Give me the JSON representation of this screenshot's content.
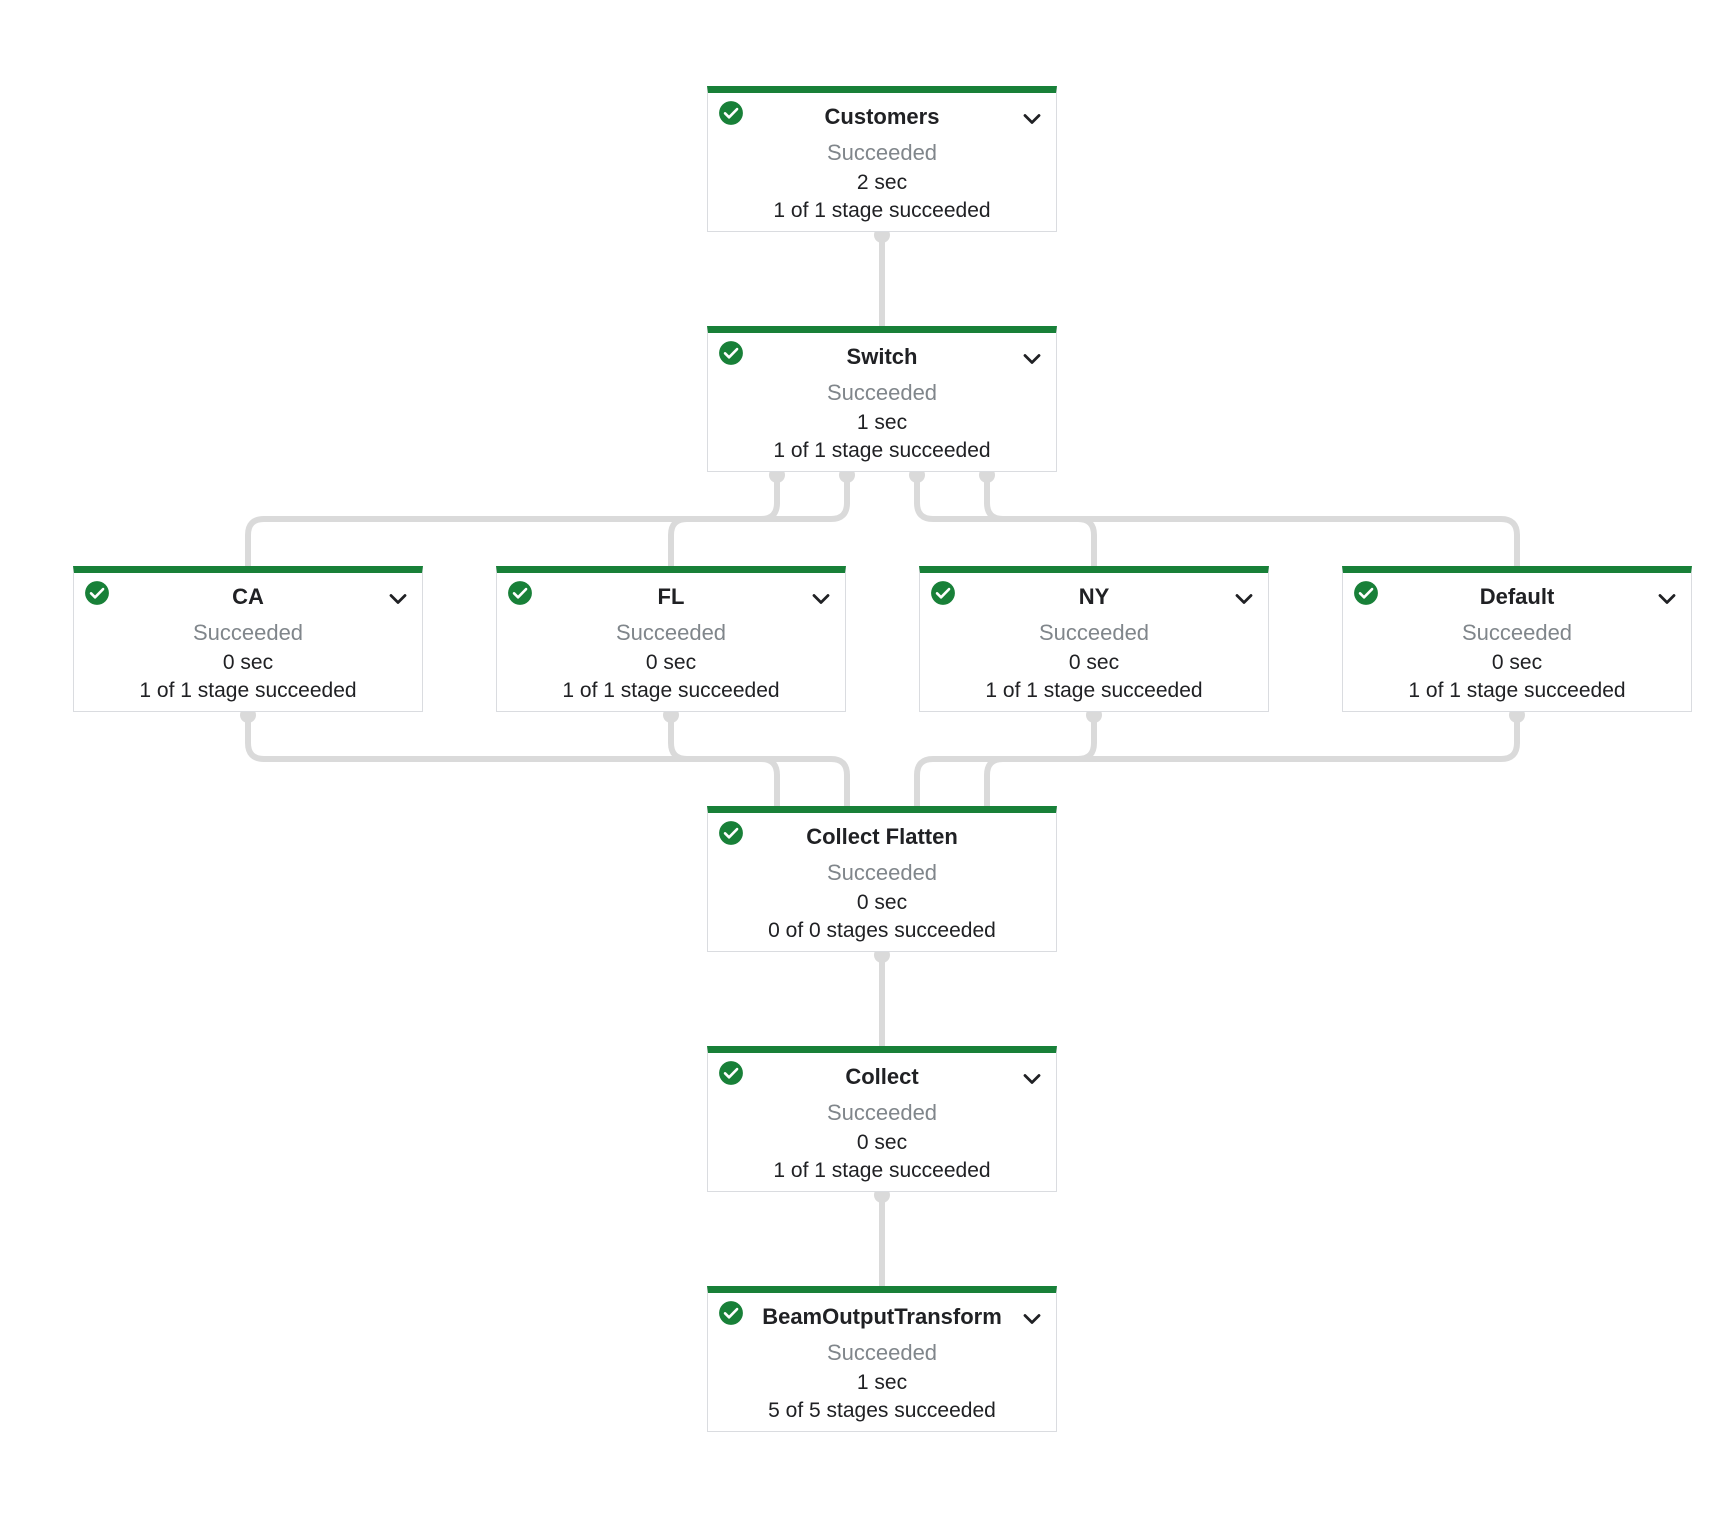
{
  "theme": {
    "accent": "#188038",
    "edge": "#dadada",
    "muted": "#80868b",
    "text": "#202124"
  },
  "icons": {
    "status": "check-circle-icon",
    "expand": "chevron-down-icon"
  },
  "nodes": [
    {
      "id": "customers",
      "title": "Customers",
      "state": "Succeeded",
      "duration": "2 sec",
      "stages": "1 of 1 stage succeeded",
      "expandable": true
    },
    {
      "id": "switch",
      "title": "Switch",
      "state": "Succeeded",
      "duration": "1 sec",
      "stages": "1 of 1 stage succeeded",
      "expandable": true
    },
    {
      "id": "ca",
      "title": "CA",
      "state": "Succeeded",
      "duration": "0 sec",
      "stages": "1 of 1 stage succeeded",
      "expandable": true
    },
    {
      "id": "fl",
      "title": "FL",
      "state": "Succeeded",
      "duration": "0 sec",
      "stages": "1 of 1 stage succeeded",
      "expandable": true
    },
    {
      "id": "ny",
      "title": "NY",
      "state": "Succeeded",
      "duration": "0 sec",
      "stages": "1 of 1 stage succeeded",
      "expandable": true
    },
    {
      "id": "default",
      "title": "Default",
      "state": "Succeeded",
      "duration": "0 sec",
      "stages": "1 of 1 stage succeeded",
      "expandable": true
    },
    {
      "id": "collect-flatten",
      "title": "Collect Flatten",
      "state": "Succeeded",
      "duration": "0 sec",
      "stages": "0 of 0 stages succeeded",
      "expandable": false
    },
    {
      "id": "collect",
      "title": "Collect",
      "state": "Succeeded",
      "duration": "0 sec",
      "stages": "1 of 1 stage succeeded",
      "expandable": true
    },
    {
      "id": "beam-output-transform",
      "title": "BeamOutputTransform",
      "state": "Succeeded",
      "duration": "1 sec",
      "stages": "5 of 5 stages succeeded",
      "expandable": true
    }
  ],
  "edges": [
    {
      "from": "customers",
      "to": "switch"
    },
    {
      "from": "switch",
      "to": "ca"
    },
    {
      "from": "switch",
      "to": "fl"
    },
    {
      "from": "switch",
      "to": "ny"
    },
    {
      "from": "switch",
      "to": "default"
    },
    {
      "from": "ca",
      "to": "collect-flatten"
    },
    {
      "from": "fl",
      "to": "collect-flatten"
    },
    {
      "from": "ny",
      "to": "collect-flatten"
    },
    {
      "from": "default",
      "to": "collect-flatten"
    },
    {
      "from": "collect-flatten",
      "to": "collect"
    },
    {
      "from": "collect",
      "to": "beam-output-transform"
    }
  ]
}
